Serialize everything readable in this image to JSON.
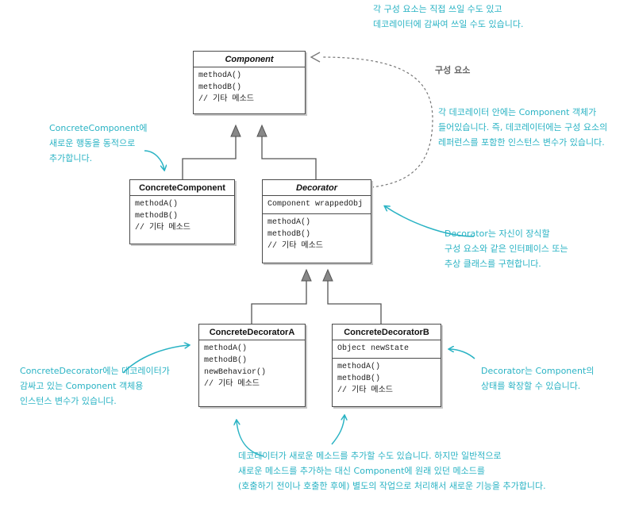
{
  "classes": {
    "component": {
      "name": "Component",
      "methods": [
        "methodA()",
        "methodB()",
        "// 기타 메소드"
      ]
    },
    "concrete_component": {
      "name": "ConcreteComponent",
      "methods": [
        "methodA()",
        "methodB()",
        "// 기타 메소드"
      ]
    },
    "decorator": {
      "name": "Decorator",
      "fields": [
        "Component wrappedObj"
      ],
      "methods": [
        "methodA()",
        "methodB()",
        "// 기타 메소드"
      ]
    },
    "concrete_decorator_a": {
      "name": "ConcreteDecoratorA",
      "methods": [
        "methodA()",
        "methodB()",
        "newBehavior()",
        "// 기타 메소드"
      ]
    },
    "concrete_decorator_b": {
      "name": "ConcreteDecoratorB",
      "fields": [
        "Object newState"
      ],
      "methods": [
        "methodA()",
        "methodB()",
        "// 기타 메소드"
      ]
    }
  },
  "labels": {
    "composition": "구성 요소"
  },
  "notes": {
    "top": [
      "각 구성 요소는 직접 쓰일 수도 있고",
      "데코레이터에 감싸여 쓰일 수도 있습니다."
    ],
    "decorator_wraps": [
      "각 데코레이터 안에는 Component 객체가",
      "들어있습니다. 즉, 데코레이터에는 구성 요소의",
      "레퍼런스를 포함한 인스턴스 변수가 있습니다."
    ],
    "concrete_component": [
      "ConcreteComponent에",
      "새로운 행동을 동적으로",
      "추가합니다."
    ],
    "decorator_implements": [
      "Decorator는 자신이 장식할",
      "구성 요소와 같은 인터페이스 또는",
      "추상 클래스를 구현합니다."
    ],
    "concrete_decorator": [
      "ConcreteDecorator에는 데코레이터가",
      "감싸고 있는 Component 객체용",
      "인스턴스 변수가 있습니다."
    ],
    "extend_state": [
      "Decorator는 Component의",
      "상태를 확장할 수 있습니다."
    ],
    "new_methods": [
      "데코레이터가 새로운 메소드를 추가할 수도 있습니다. 하지만 일반적으로",
      "새로운 메소드를 추가하는 대신 Component에 원래 있던 메소드를",
      "(호출하기 전이나 호출한 후에) 별도의 작업으로 처리해서 새로운 기능을 추가합니다."
    ]
  },
  "colors": {
    "note": "#2ab3c4",
    "line": "#555555",
    "arrow_fill": "#888888"
  }
}
